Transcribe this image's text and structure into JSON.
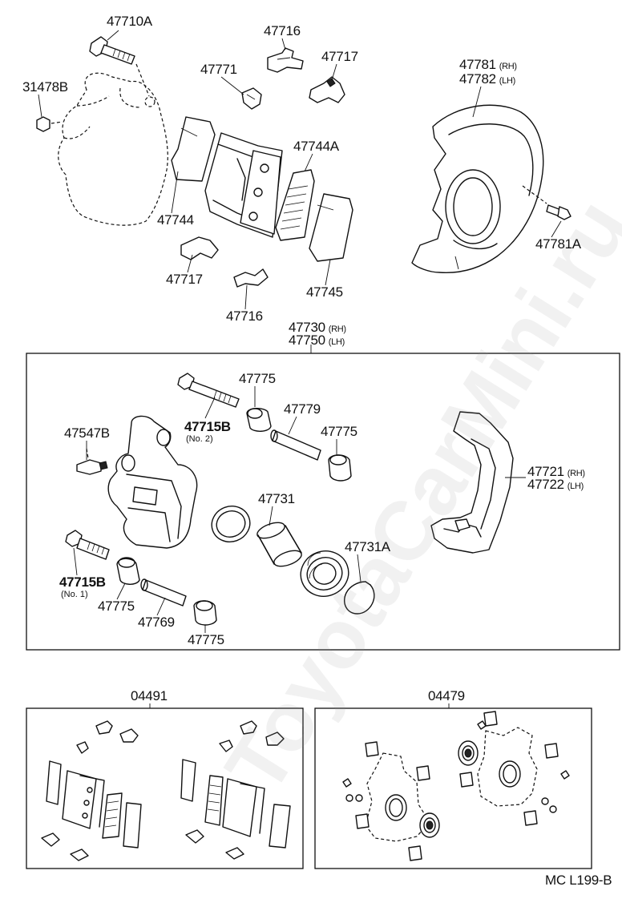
{
  "watermark": "ToyotaCarMini.ru",
  "diagram_code": "MC L199-B",
  "labels": {
    "p47710A": "47710A",
    "p31478B": "31478B",
    "p47716_top": "47716",
    "p47771": "47771",
    "p47717_top": "47717",
    "p47781": "47781",
    "p47781_q": "(RH)",
    "p47782": "47782",
    "p47782_q": "(LH)",
    "p47744A": "47744A",
    "p47744": "47744",
    "p47717_bot": "47717",
    "p47716_bot": "47716",
    "p47745": "47745",
    "p47781A": "47781A",
    "p47730": "47730",
    "p47730_q": "(RH)",
    "p47750": "47750",
    "p47750_q": "(LH)",
    "p47775_a": "47775",
    "p47779": "47779",
    "p47715B_2": "47715B",
    "p47715B_2_sub": "(No. 2)",
    "p47775_b": "47775",
    "p47547B": "47547B",
    "p47721": "47721",
    "p47721_q": "(RH)",
    "p47722": "47722",
    "p47722_q": "(LH)",
    "p47731": "47731",
    "p47731A": "47731A",
    "p47715B_1": "47715B",
    "p47715B_1_sub": "(No. 1)",
    "p47775_c": "47775",
    "p47769": "47769",
    "p47775_d": "47775",
    "p04491": "04491",
    "p04479": "04479"
  }
}
